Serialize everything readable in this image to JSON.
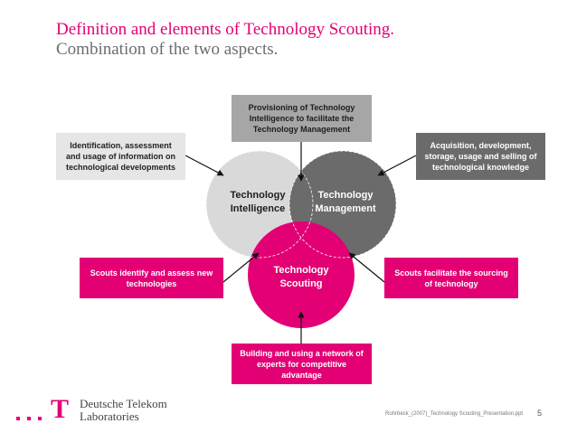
{
  "title": {
    "line1": "Definition and elements of Technology Scouting.",
    "line2": "Combination of the two aspects."
  },
  "circles": {
    "intelligence": {
      "line1": "Technology",
      "line2": "Intelligence"
    },
    "management": {
      "line1": "Technology",
      "line2": "Management"
    },
    "scouting": {
      "line1": "Technology",
      "line2": "Scouting"
    }
  },
  "boxes": {
    "provisioning": "Provisioning of Technology Intelligence to facilitate the Technology Management",
    "identification": "Identification, assessment and usage of information on technological developments",
    "acquisition": "Acquisition, development, storage, usage and selling of technological knowledge",
    "scouts_identify": "Scouts identify and assess new technologies",
    "scouts_facilitate": "Scouts facilitate the sourcing of technology",
    "building": "Building and using a network of experts for competitive advantage"
  },
  "footer": {
    "logo_letter": "T",
    "logo_line1": "Deutsche Telekom",
    "logo_line2": "Laboratories",
    "source": "Rohrbeck_(2007)_Technology Scouting_Presentation.ppt",
    "page": "5"
  },
  "colors": {
    "magenta": "#e20074",
    "circle_light": "#d9d9d9",
    "circle_dark": "#6b6b6b",
    "box_light": "#e6e6e6",
    "box_mid": "#a6a6a6"
  }
}
